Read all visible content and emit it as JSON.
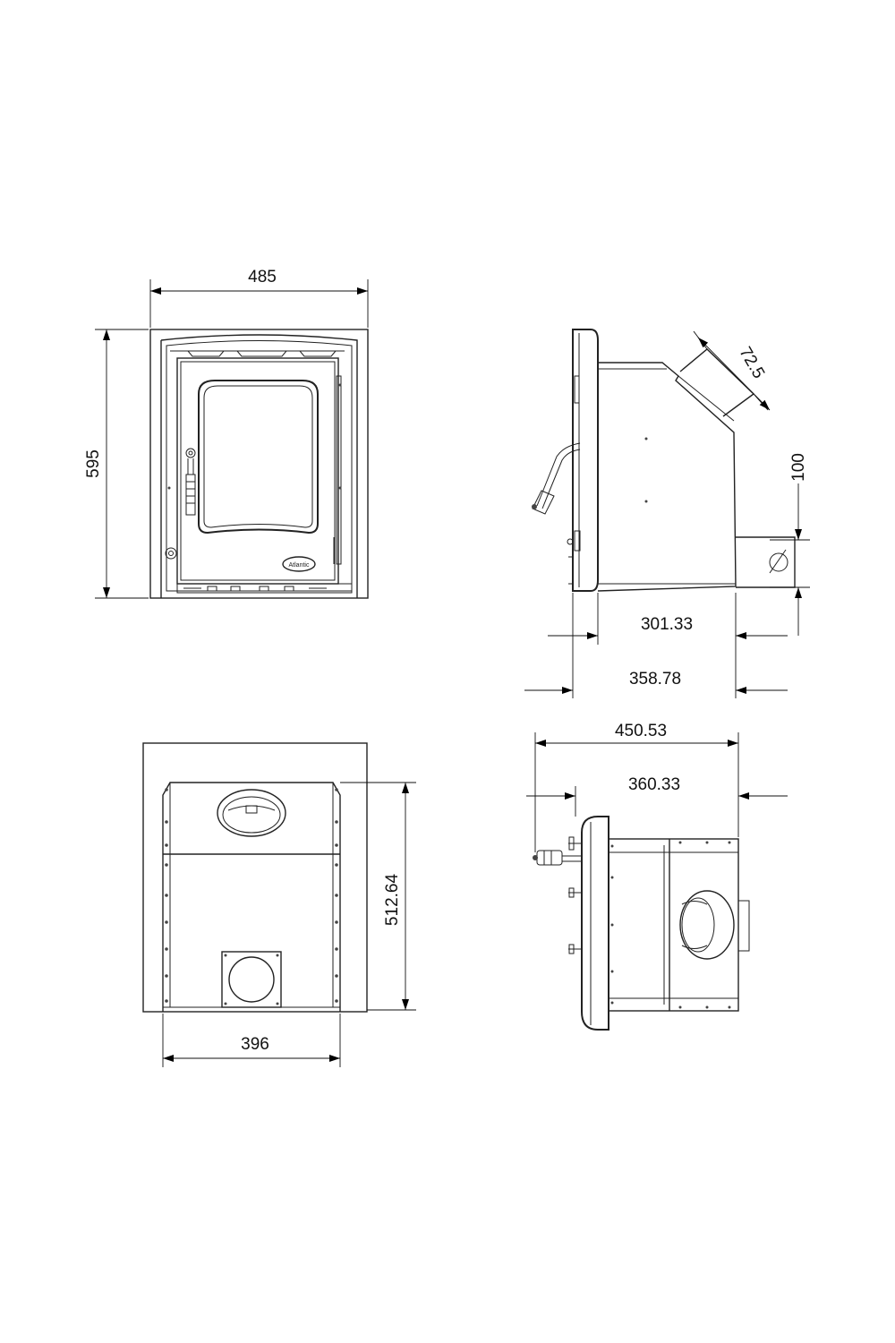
{
  "dimensions": {
    "front_width": "485",
    "front_height": "595",
    "flue_angle": "72.5",
    "flue_height": "100",
    "side_depth_body": "301.33",
    "side_depth_total": "358.78",
    "rear_height": "512.64",
    "rear_width": "396",
    "top_width_total": "450.53",
    "top_width_body": "360.33"
  },
  "labels": {
    "brand_logo": "Atlantic"
  },
  "colors": {
    "line": "#222222",
    "background": "#ffffff"
  }
}
